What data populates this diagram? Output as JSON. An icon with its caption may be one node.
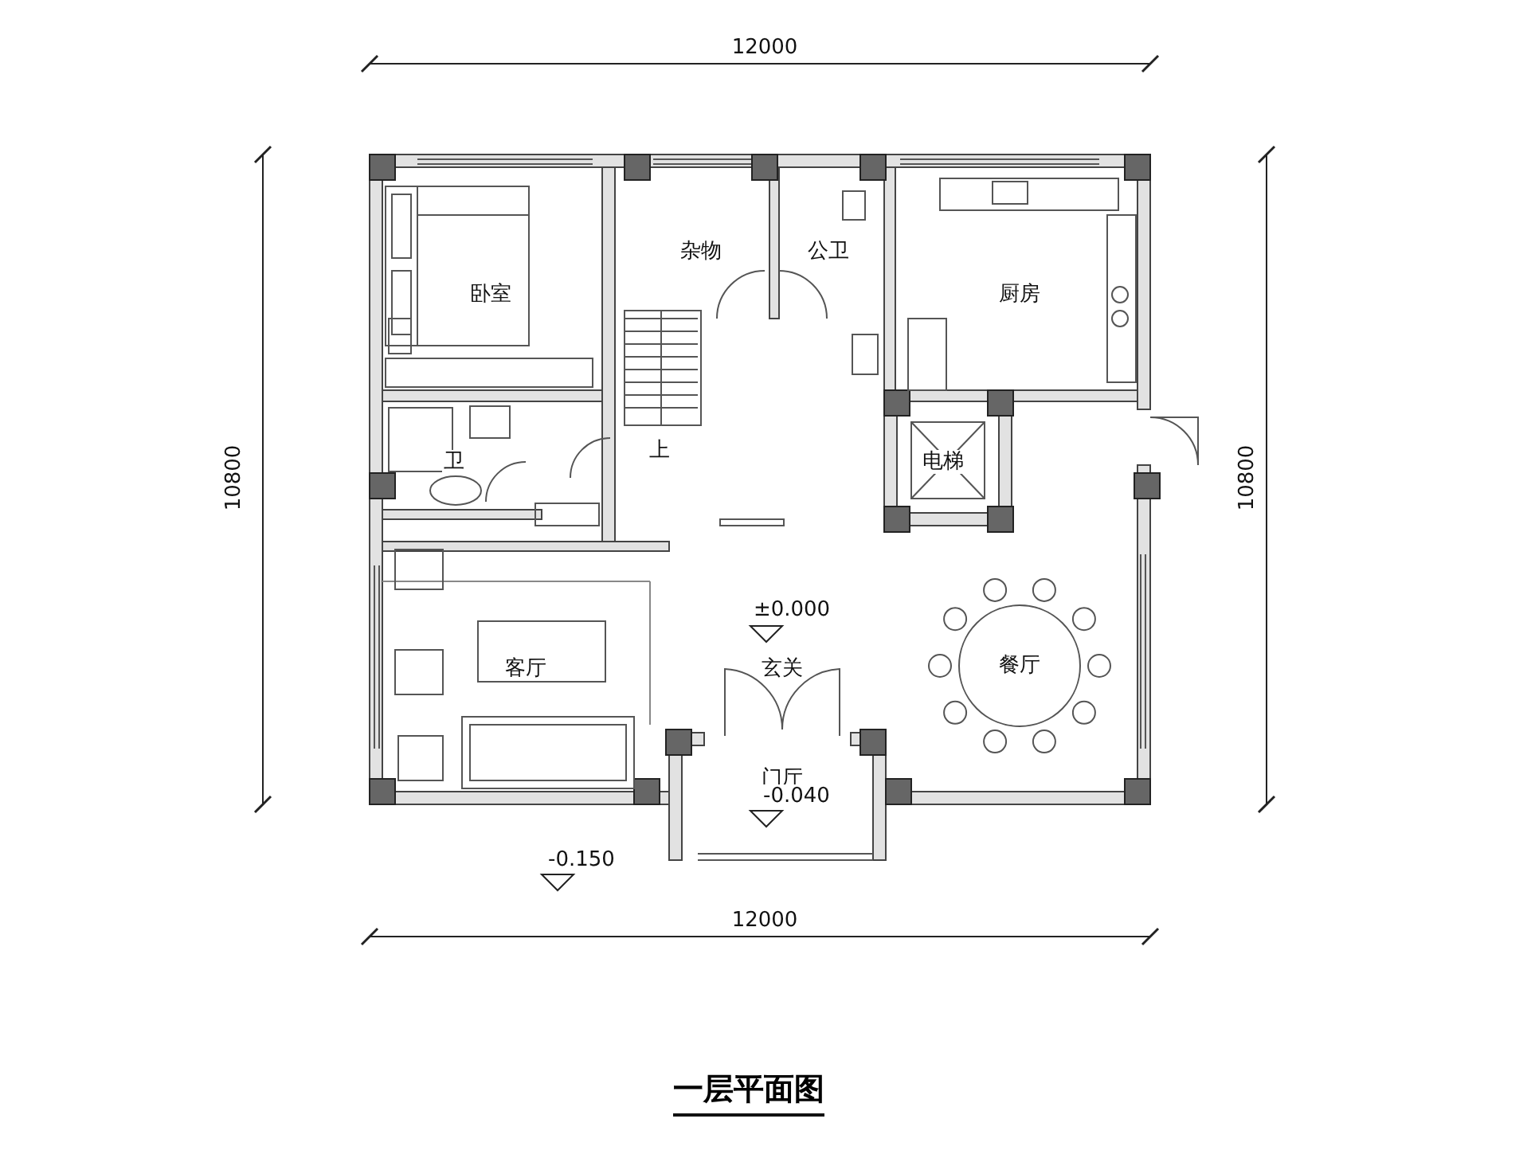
{
  "diagram": {
    "title": "一层平面图",
    "labels": [
      "12000",
      "卧室",
      "杂物",
      "公卫",
      "厨房",
      "10800",
      "10800",
      "卫",
      "上",
      "电梯",
      "±0.000",
      "客厅",
      "玄关",
      "餐厅",
      "门厅",
      "-0.040",
      "-0.150",
      "12000"
    ]
  }
}
